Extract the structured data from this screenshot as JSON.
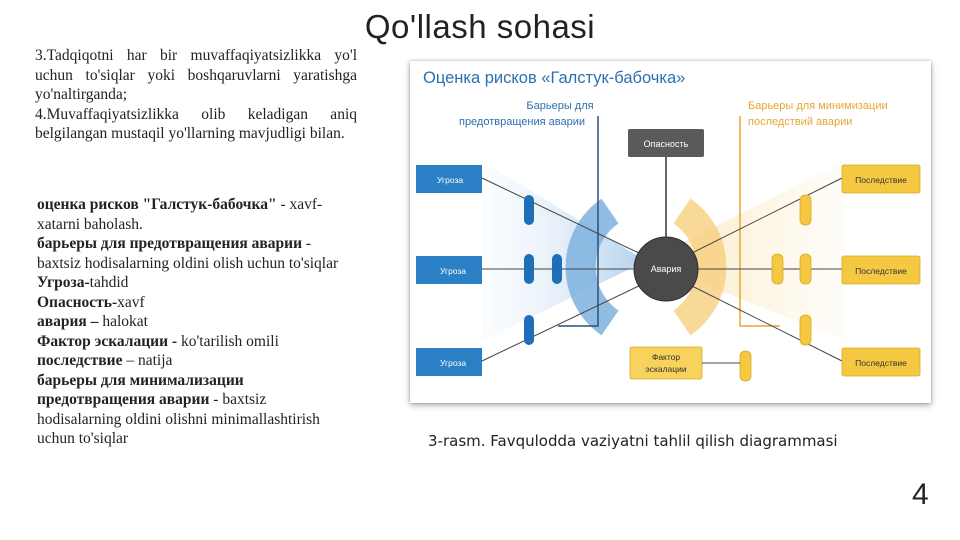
{
  "slide": {
    "title": "Qo'llash sohasi",
    "page_number": "4",
    "caption": "3-rasm. Favqulodda vaziyatni tahlil qilish diagrammasi"
  },
  "intro": {
    "item3": "3.Tadqiqotni har bir muvaffaqiyatsizlikka yo'l uchun to'siqlar yoki boshqaruvlarni yaratishga yo'naltirganda;",
    "item4": "4.Muvaffaqiyatsizlikka olib keladigan aniq belgilangan mustaqil yo'llarning mavjudligi bilan."
  },
  "definitions": [
    {
      "term": "оценка рисков \"Галстук-бабочка\"",
      "sep": " - ",
      "text": "xavf-xatarni baholash."
    },
    {
      "term": "барьеры для предотвращения аварии",
      "sep": " - ",
      "text": "baxtsiz hodisalarning oldini olish uchun to'siqlar"
    },
    {
      "term": "Угроза-",
      "sep": "",
      "text": "tahdid"
    },
    {
      "term": "Опасность-",
      "sep": "",
      "text": "xavf"
    },
    {
      "term": "авария –",
      "sep": " ",
      "text": "halokat"
    },
    {
      "term": "Фактор эскалации -",
      "sep": " ",
      "text": "ko'tarilish omili"
    },
    {
      "term": "последствие",
      "sep": " – ",
      "text": "natija"
    },
    {
      "term": "барьеры для минимализации предотвращения аварии",
      "sep": " - ",
      "text": "baxtsiz hodisalarning oldini olishni minimallashtirish uchun to'siqlar"
    }
  ],
  "diagram": {
    "title": "Оценка рисков «Галстук-бабочка»",
    "prevention_barriers_label": [
      "Барьеры для",
      "предотвращения аварии"
    ],
    "mitigation_barriers_label": [
      "Барьеры для минимизации",
      "последствий аварии"
    ],
    "hazard": "Опасность",
    "event": "Авария",
    "escalation_factor": [
      "Фактор",
      "эскалации"
    ],
    "threats": [
      "Угроза",
      "Угроза",
      "Угроза"
    ],
    "consequences": [
      "Последствие",
      "Последствие",
      "Последствие"
    ],
    "colors": {
      "title": "#2e6fae",
      "threat_box": "#2b80c5",
      "prevention": "#1f6fb8",
      "mitigation": "#f5c842",
      "mitigation_label": "#e8a630",
      "hazard_box": "#5a5a5a",
      "event_circle": "#4a4a4a"
    }
  }
}
